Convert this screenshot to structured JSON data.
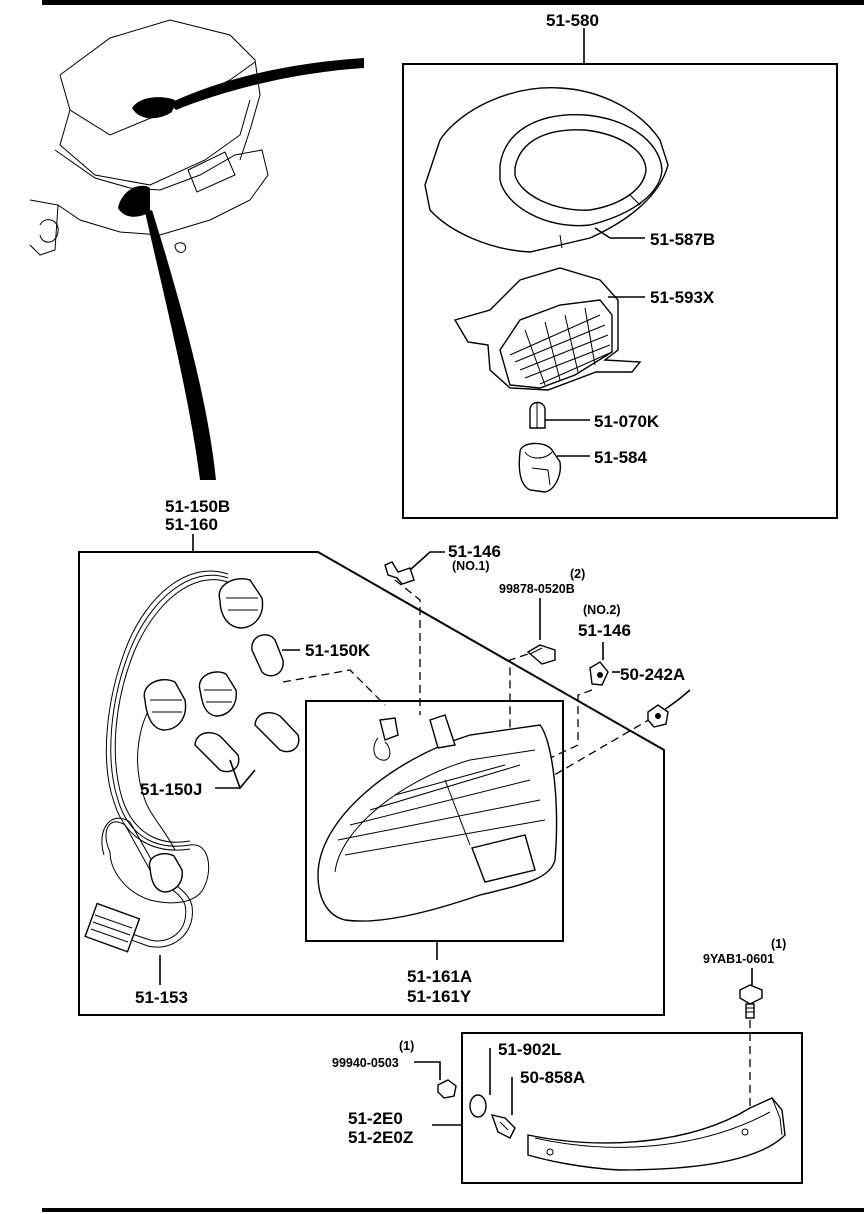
{
  "labels": {
    "p51_580": "51-580",
    "p51_587B": "51-587B",
    "p51_593X": "51-593X",
    "p51_070K": "51-070K",
    "p51_584": "51-584",
    "p51_150B": "51-150B",
    "p51_160": "51-160",
    "p51_150K": "51-150K",
    "p51_150J": "51-150J",
    "p51_153": "51-153",
    "p51_146_top": "51-146",
    "no1": "(NO.1)",
    "qty2": "(2)",
    "p99878": "99878-0520B",
    "no2": "(NO.2)",
    "p51_146_b": "51-146",
    "p50_242A": "50-242A",
    "p51_161A": "51-161A",
    "p51_161Y": "51-161Y",
    "qty1_a": "(1)",
    "p9YAB1": "9YAB1-0601",
    "qty1_b": "(1)",
    "p99940": "99940-0503",
    "p51_902L": "51-902L",
    "p50_858A": "50-858A",
    "p51_2E0": "51-2E0",
    "p51_2E0Z": "51-2E0Z"
  }
}
